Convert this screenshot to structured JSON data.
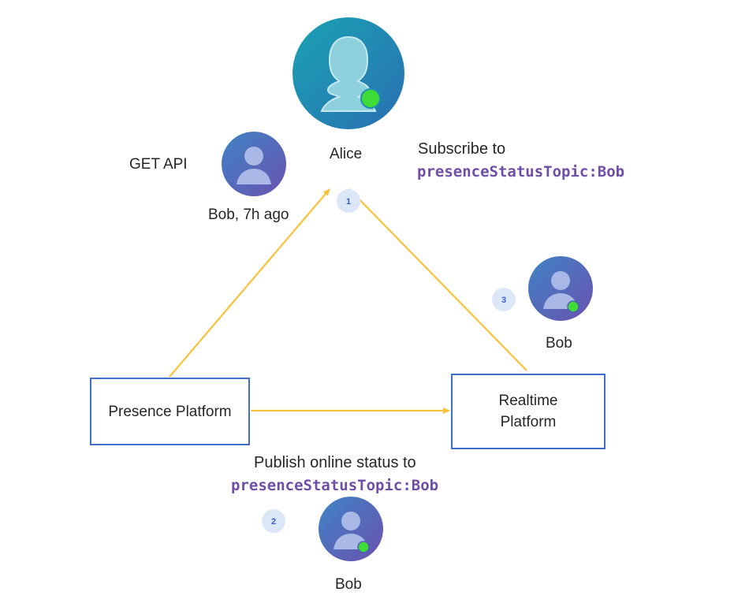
{
  "nodes": {
    "presence_platform": "Presence Platform",
    "realtime_platform": "Realtime\nPlatform"
  },
  "users": {
    "alice": "Alice",
    "bob_get": "Bob, 7h ago",
    "bob_realtime": "Bob",
    "bob_publish": "Bob"
  },
  "edges": {
    "get_api": "GET API",
    "subscribe_label": "Subscribe to",
    "subscribe_topic": "presenceStatusTopic:Bob",
    "publish_label": "Publish online status to",
    "publish_topic": "presenceStatusTopic:Bob"
  },
  "steps": [
    "1",
    "2",
    "3"
  ],
  "colors": {
    "arrow": "#f7c23b",
    "box_border": "#3f6ed0",
    "online_dot": "#3ddc37",
    "step_badge_bg": "#dbe6f7",
    "step_badge_text": "#3b5fc9",
    "topic_text": "#6e4ea6",
    "avatar_bob": "#5b6fbf",
    "avatar_alice": "#1f8fb0"
  }
}
